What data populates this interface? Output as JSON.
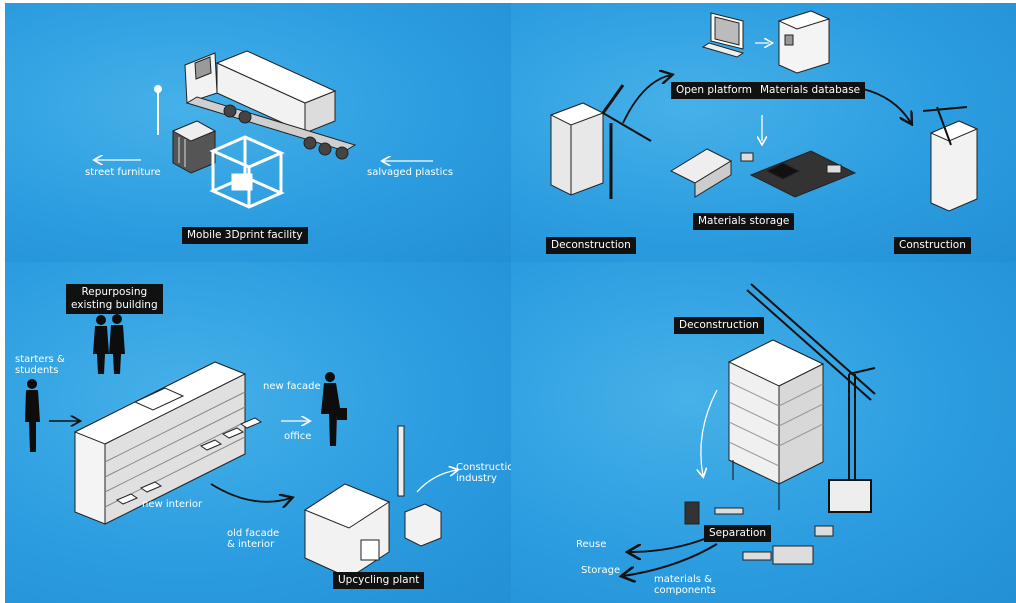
{
  "panels": {
    "mobile_facility": {
      "title": "Mobile 3Dprint facility",
      "left_text": "street furniture",
      "right_text": "salvaged plastics"
    },
    "material_flow": {
      "open_platform": "Open platform",
      "materials_database": "Materials database",
      "materials_storage": "Materials storage",
      "deconstruction": "Deconstruction",
      "construction": "Construction"
    },
    "repurposing": {
      "title": "Repurposing\nexisting building",
      "starters": "starters &\nstudents",
      "new_facade": "new facade",
      "office": "office",
      "new_interior": "new interior",
      "old_facade": "old facade\n& interior",
      "construction_industry": "Constructio\nindustry",
      "upcycling": "Upcycling plant"
    },
    "tower_deconstruction": {
      "deconstruction": "Deconstruction",
      "separation": "Separation",
      "reuse": "Reuse",
      "storage": "Storage",
      "materials": "materials &\ncomponents"
    }
  },
  "colors": {
    "background": "#2c9de0",
    "label_bg": "#111111",
    "line": "#ffffff"
  }
}
